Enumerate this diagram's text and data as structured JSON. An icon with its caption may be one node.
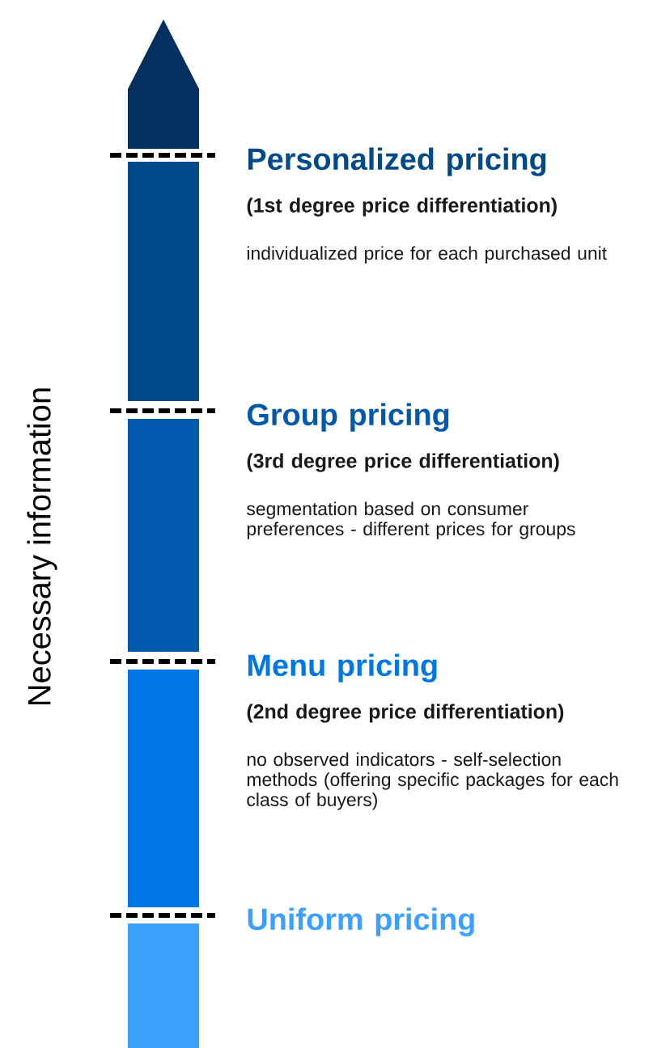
{
  "diagram": {
    "labels": [
      "Necessary information",
      "Personalized pricing",
      "(1st degree price differentiation)",
      "individualized price for each purchased unit",
      "Group pricing",
      "(3rd degree price differentiation)",
      "segmentation based on consumer preferences - different prices for groups",
      "Menu pricing",
      "(2nd degree price differentiation)",
      "no observed indicators - self-selection methods (offering specific packages for each class of buyers)",
      "Uniform pricing"
    ]
  }
}
